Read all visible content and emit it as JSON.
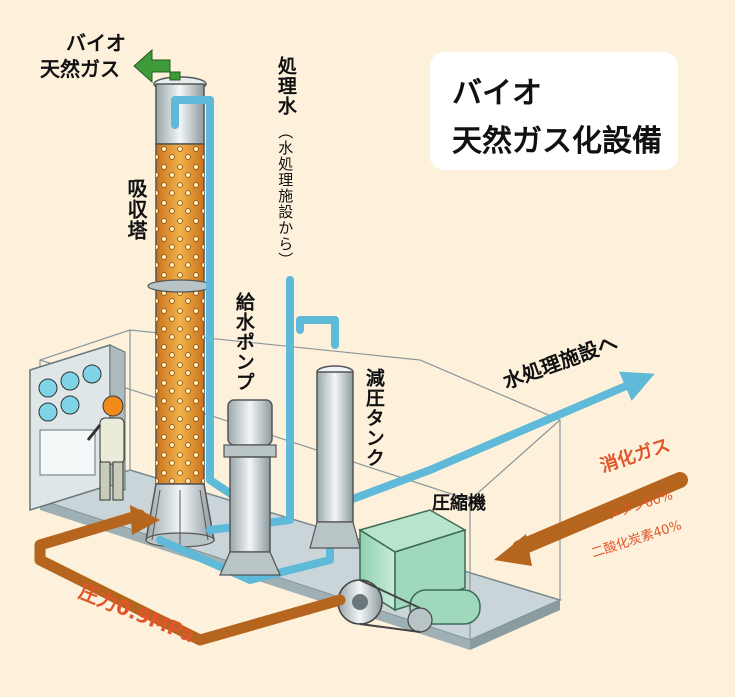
{
  "title": {
    "line1": "バイオ",
    "line2": "天然ガス化設備"
  },
  "labels": {
    "biogas_out_1": "バイオ",
    "biogas_out_2": "天然ガス",
    "treated_water": "処理水",
    "treated_water_source": "（水処理施設から）",
    "absorption_tower": "吸収塔",
    "feed_pump": "給水ポンプ",
    "decompression_tank": "減圧タンク",
    "to_water_treatment": "水処理施設へ",
    "compressor": "圧縮機",
    "digestion_gas": "消化ガス",
    "composition_1": "メタン60%",
    "composition_2": "二酸化炭素40%",
    "pressure": "圧力0.9MPa"
  },
  "colors": {
    "background": "#fdf1dc",
    "water_pipe": "#5fb9d8",
    "gas_pipe": "#b5651d",
    "biogas_arrow": "#3f9a3a",
    "tower_fill": "#e59a35",
    "orange_text": "#e0562a",
    "platform": "#c9d5d8"
  }
}
